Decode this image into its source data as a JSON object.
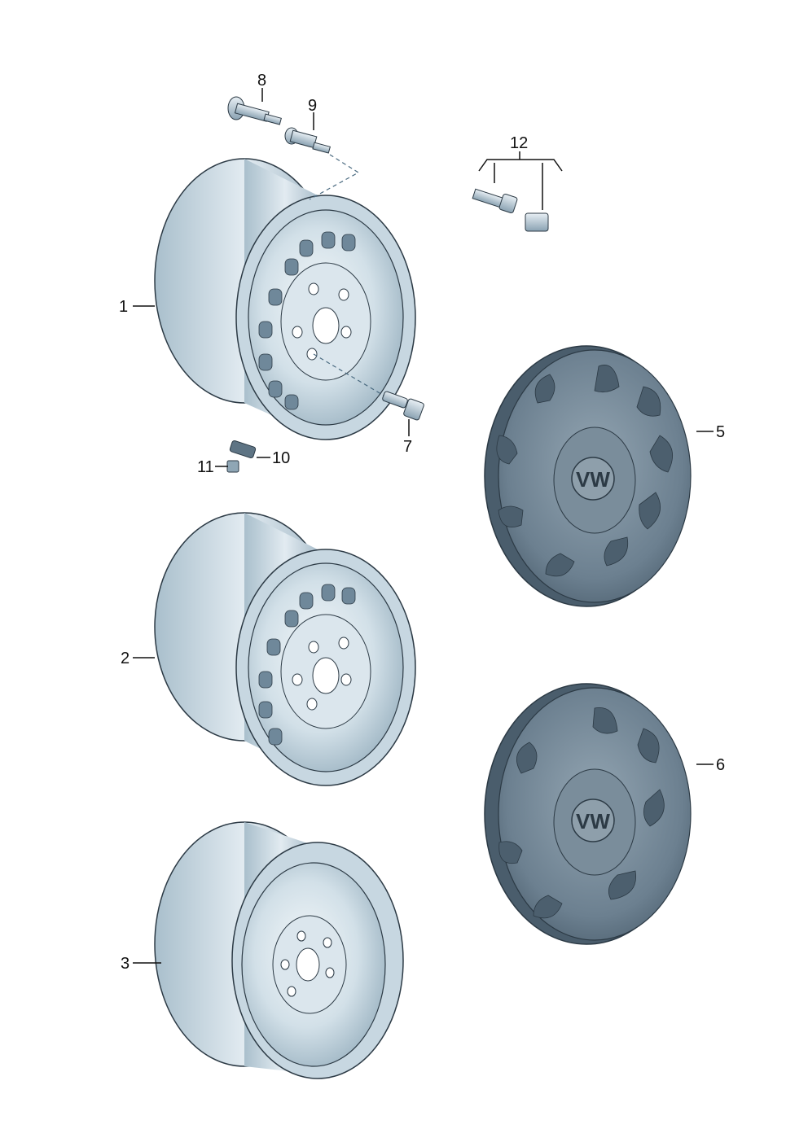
{
  "callouts": {
    "c1": "1",
    "c2": "2",
    "c3": "3",
    "c5": "5",
    "c6": "6",
    "c7": "7",
    "c8": "8",
    "c9": "9",
    "c10": "10",
    "c11": "11",
    "c12": "12"
  },
  "colors": {
    "steel_light": "#e6eef3",
    "steel_mid": "#b9ccd8",
    "steel_dark": "#7f9aac",
    "hubcap_light": "#9aaab6",
    "hubcap_mid": "#6d8090",
    "hubcap_dark": "#3f5262",
    "outline": "#2c3a45"
  },
  "icons": [
    "wheel-rim",
    "hubcap",
    "bolt",
    "valve",
    "balance-weight"
  ]
}
